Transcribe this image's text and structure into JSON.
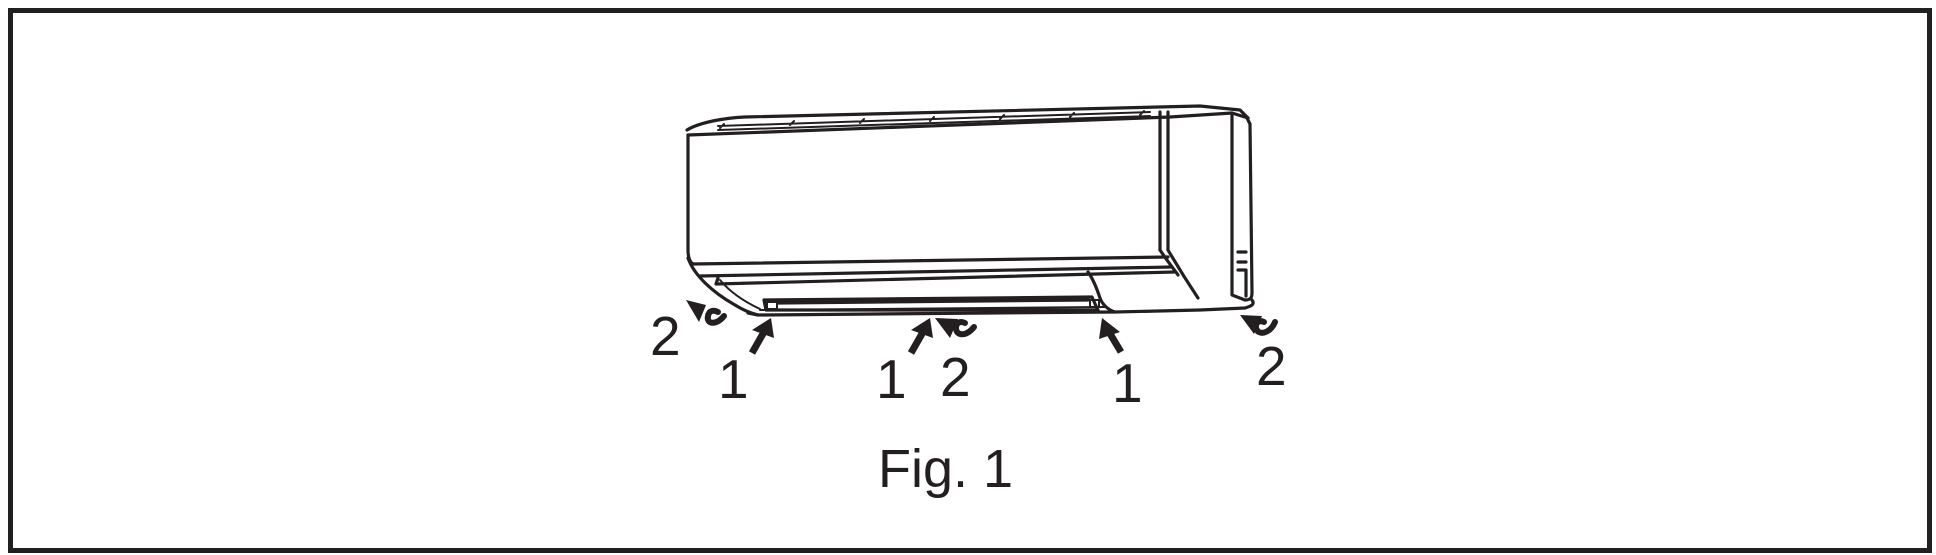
{
  "figure": {
    "caption": "Fig. 1",
    "callouts": {
      "front_left_label": "2",
      "claw_left_label": "1",
      "claw_center_label": "1",
      "hook_center_label": "2",
      "claw_right_label": "1",
      "hook_right_label": "2"
    }
  },
  "colors": {
    "line": "#231f20",
    "background": "#ffffff"
  }
}
